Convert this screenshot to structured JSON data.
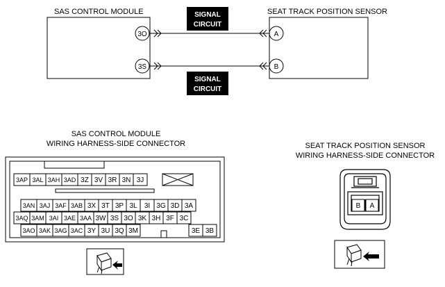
{
  "top": {
    "module_title": "SAS CONTROL MODULE",
    "sensor_title": "SEAT TRACK POSITION SENSOR",
    "signal_upper": [
      "SIGNAL",
      "CIRCUIT"
    ],
    "signal_lower": [
      "SIGNAL",
      "CIRCUIT"
    ],
    "module_terminals": [
      "3O",
      "3S"
    ],
    "sensor_terminals": [
      "A",
      "B"
    ]
  },
  "module_connector": {
    "title": [
      "SAS CONTROL MODULE",
      "WIRING HARNESS-SIDE CONNECTOR"
    ],
    "row1": [
      "3AP",
      "3AL",
      "3AH",
      "3AD",
      "3Z",
      "3V",
      "3R",
      "3N",
      "3J"
    ],
    "row2": [
      "3AN",
      "3AJ",
      "3AF",
      "3AB",
      "3X",
      "3T",
      "3P",
      "3L",
      "3I",
      "3G",
      "3D",
      "3A"
    ],
    "row3": [
      "3AQ",
      "3AM",
      "3AI",
      "3AE",
      "3AA",
      "3W",
      "3S",
      "3O",
      "3K",
      "3H",
      "3F",
      "3C"
    ],
    "row4": [
      "3AO",
      "3AK",
      "3AG",
      "3AC",
      "3Y",
      "3U",
      "3Q",
      "3M",
      "3E",
      "3B"
    ]
  },
  "sensor_connector": {
    "title": [
      "SEAT TRACK POSITION SENSOR",
      "WIRING HARNESS-SIDE CONNECTOR"
    ],
    "pins": [
      "B",
      "A"
    ]
  },
  "icons": [
    "connector-view-icon",
    "connector-view-icon"
  ]
}
